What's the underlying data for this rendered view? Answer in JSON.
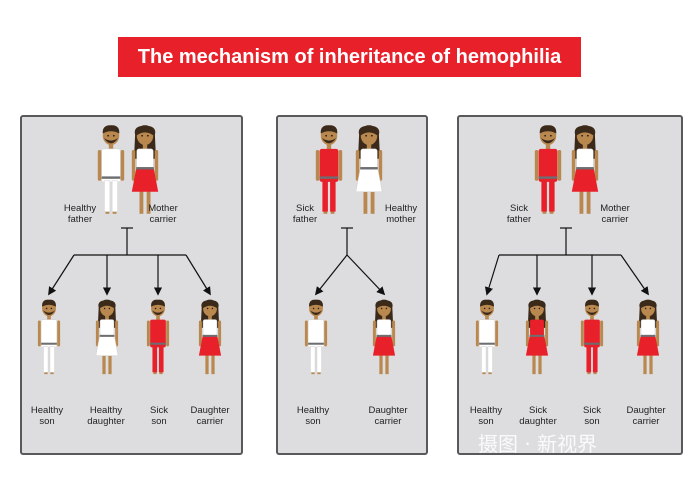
{
  "title": "The mechanism of inheritance of hemophilia",
  "colors": {
    "title_bg": "#e8202a",
    "sick": "#e8202a",
    "healthy": "#ffffff",
    "panel_bg": "#dddddf",
    "skin": "#b9884f"
  },
  "panels": [
    {
      "parents": [
        {
          "line1": "Healthy",
          "line2": "father",
          "sex": "male",
          "status": "healthy"
        },
        {
          "line1": "Mother",
          "line2": "carrier",
          "sex": "female",
          "status": "carrier"
        }
      ],
      "children": [
        {
          "line1": "Healthy",
          "line2": "son",
          "sex": "male",
          "status": "healthy"
        },
        {
          "line1": "Healthy",
          "line2": "daughter",
          "sex": "female",
          "status": "healthy"
        },
        {
          "line1": "Sick",
          "line2": "son",
          "sex": "male",
          "status": "sick"
        },
        {
          "line1": "Daughter",
          "line2": "carrier",
          "sex": "female",
          "status": "carrier"
        }
      ]
    },
    {
      "parents": [
        {
          "line1": "Sick",
          "line2": "father",
          "sex": "male",
          "status": "sick"
        },
        {
          "line1": "Healthy",
          "line2": "mother",
          "sex": "female",
          "status": "healthy"
        }
      ],
      "children": [
        {
          "line1": "Healthy",
          "line2": "son",
          "sex": "male",
          "status": "healthy"
        },
        {
          "line1": "Daughter",
          "line2": "carrier",
          "sex": "female",
          "status": "carrier"
        }
      ]
    },
    {
      "parents": [
        {
          "line1": "Sick",
          "line2": "father",
          "sex": "male",
          "status": "sick"
        },
        {
          "line1": "Mother",
          "line2": "carrier",
          "sex": "female",
          "status": "carrier"
        }
      ],
      "children": [
        {
          "line1": "Healthy",
          "line2": "son",
          "sex": "male",
          "status": "healthy"
        },
        {
          "line1": "Sick",
          "line2": "daughter",
          "sex": "female",
          "status": "sick"
        },
        {
          "line1": "Sick",
          "line2": "son",
          "sex": "male",
          "status": "sick"
        },
        {
          "line1": "Daughter",
          "line2": "carrier",
          "sex": "female",
          "status": "carrier"
        }
      ]
    }
  ],
  "watermark": "摄图 · 新视界"
}
